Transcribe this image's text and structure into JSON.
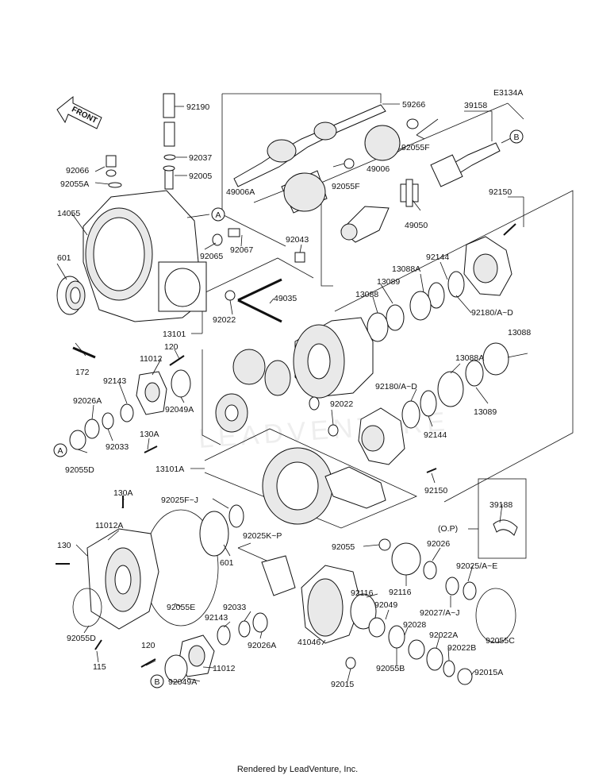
{
  "diagram_code": "E3134A",
  "front_label": "FRONT",
  "watermark": "LEADVENTURE",
  "footer": "Rendered by LeadVenture, Inc.",
  "callouts": {
    "A": "A",
    "B": "B"
  },
  "ref_labels": {
    "op": "(O.P)"
  },
  "parts": {
    "p92190": "92190",
    "p92037": "92037",
    "p92005": "92005",
    "p92066": "92066",
    "p92055A": "92055A",
    "p14055": "14055",
    "p601a": "601",
    "p92065": "92065",
    "p92067": "92067",
    "p59266": "59266",
    "p39158": "39158",
    "p92055F_1": "92055F",
    "p49006": "49006",
    "p92055F_2": "92055F",
    "p49006A": "49006A",
    "p49050": "49050",
    "p92043": "92043",
    "p92150a": "92150",
    "p92144a": "92144",
    "p13088Aa": "13088A",
    "p13089a": "13089",
    "p13088a": "13088",
    "p92180a": "92180/A~D",
    "p49035": "49035",
    "p92022a": "92022",
    "p13101": "13101",
    "p172": "172",
    "p11012a": "11012",
    "p120a": "120",
    "p92143a": "92143",
    "p92026Aa": "92026A",
    "p92049Aa": "92049A",
    "p92033a": "92033",
    "p130Aa": "130A",
    "p92055D_a": "92055D",
    "p13088b": "13088",
    "p13088Ab": "13088A",
    "p13089b": "13089",
    "p92180b": "92180/A~D",
    "p92022b": "92022",
    "p92144b": "92144",
    "p92150b": "92150",
    "p13101A": "13101A",
    "p130Ab": "130A",
    "p92025FJ": "92025F~J",
    "p39188": "39188",
    "p11012A": "11012A",
    "p92025KP": "92025K~P",
    "p130": "130",
    "p601b": "601",
    "p92055": "92055",
    "p92026": "92026",
    "p92116a": "92116",
    "p92025AE": "92025/A~E",
    "p92055E": "92055E",
    "p92033b": "92033",
    "p92143b": "92143",
    "p92026Ab": "92026A",
    "p92116b": "92116",
    "p92049": "92049",
    "p92027": "92027/A~J",
    "p92055D_b": "92055D",
    "p41046": "41046",
    "p92028": "92028",
    "p92022A": "92022A",
    "p92055C": "92055C",
    "p120b": "120",
    "p11012b": "11012",
    "p115": "115",
    "p92049Ab": "92049A",
    "p92015": "92015",
    "p92055B": "92055B",
    "p92022B": "92022B",
    "p92015A": "92015A"
  }
}
